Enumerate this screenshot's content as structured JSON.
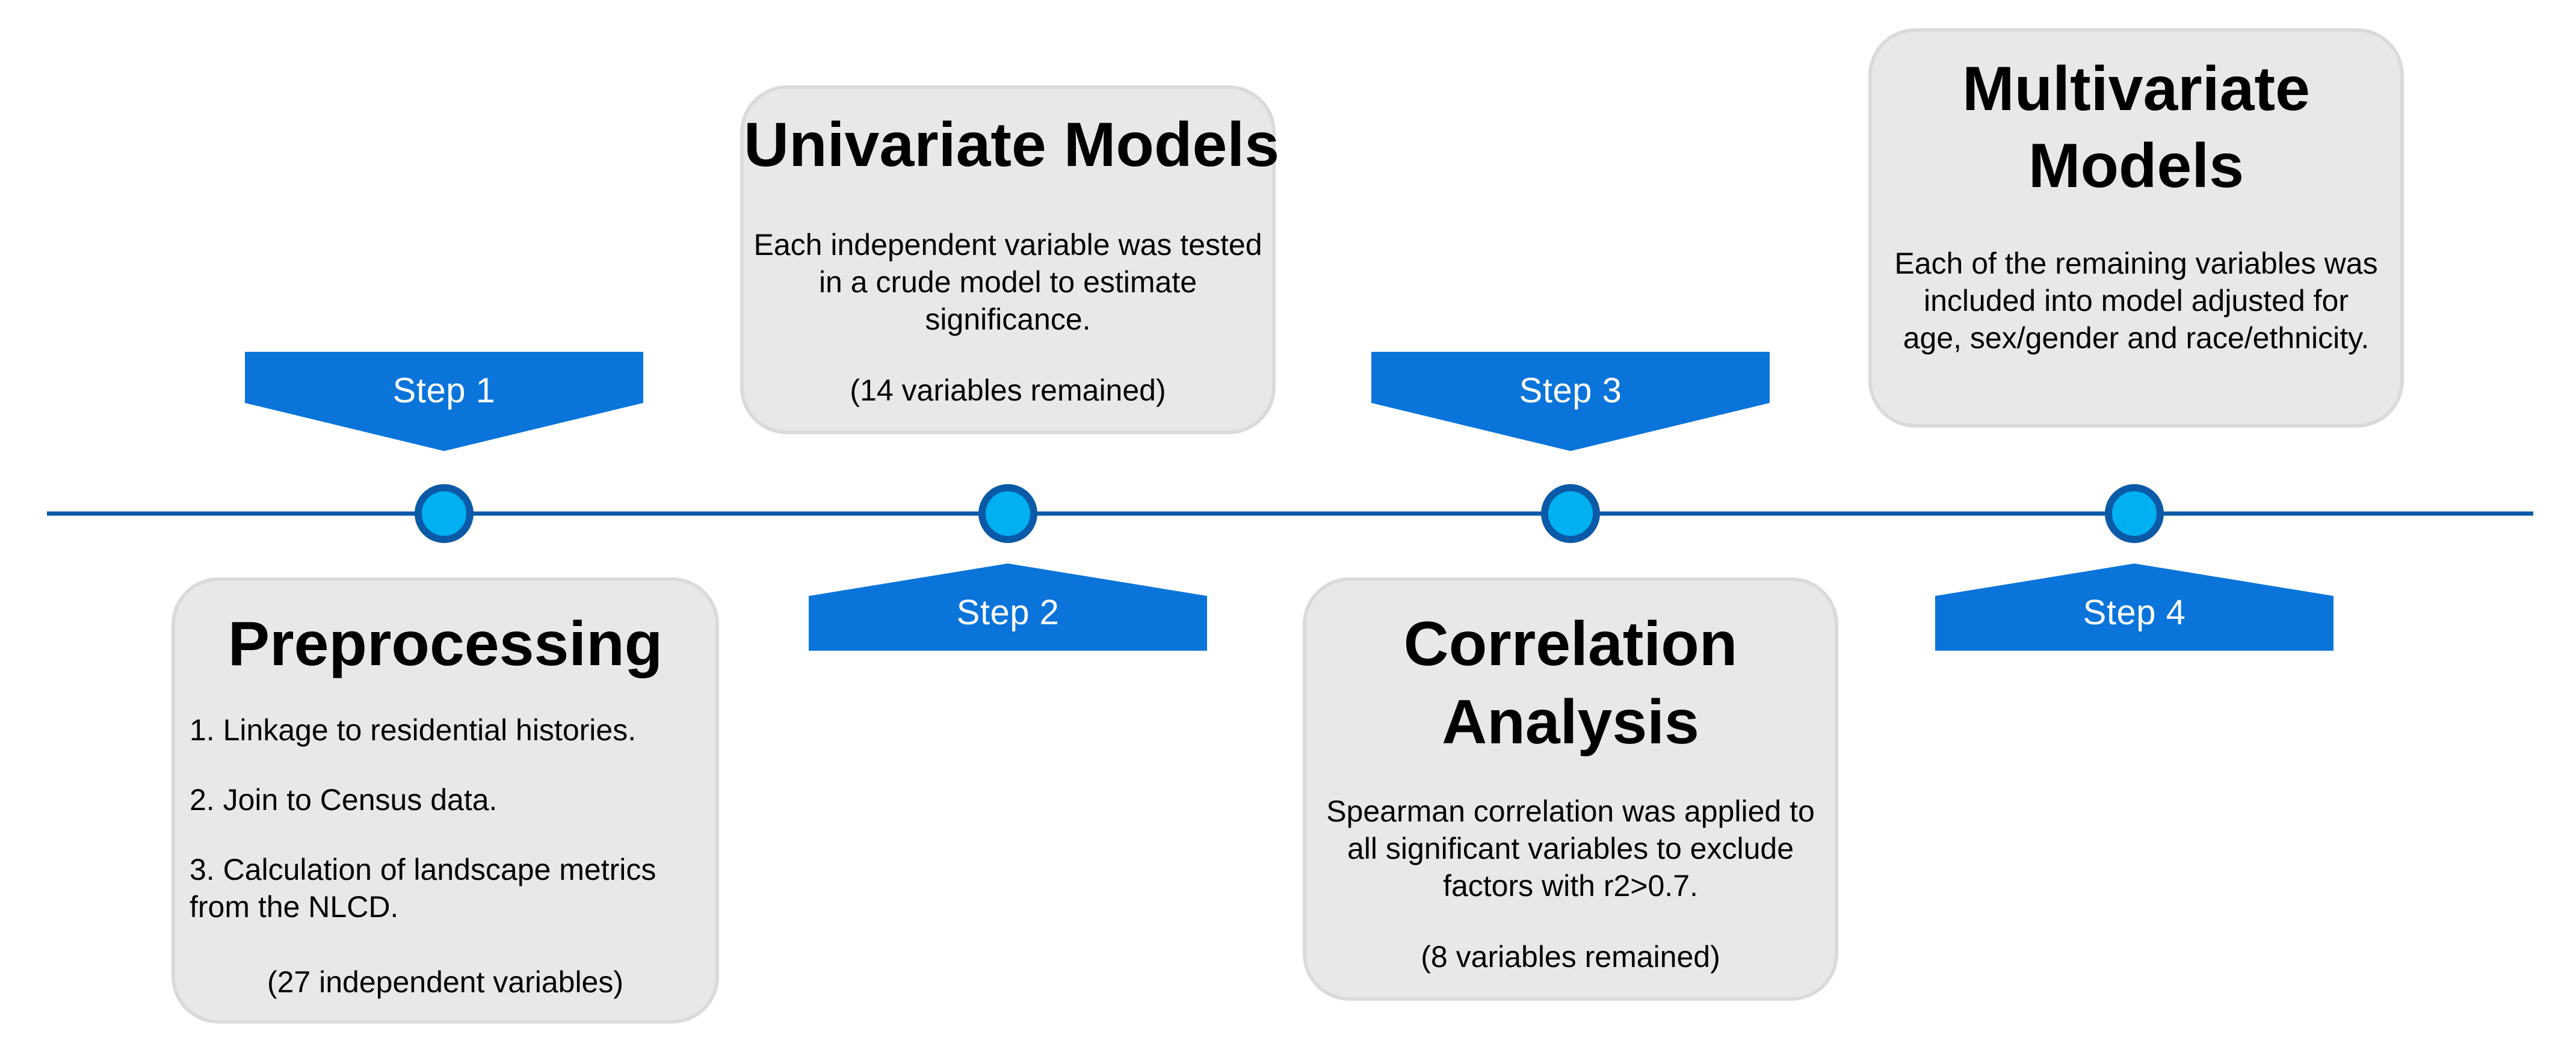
{
  "steps": [
    {
      "label": "Step 1"
    },
    {
      "label": "Step 2"
    },
    {
      "label": "Step 3"
    },
    {
      "label": "Step 4"
    }
  ],
  "cards": {
    "preprocessing": {
      "title": "Preprocessing",
      "items": [
        "1. Linkage to residential histories.",
        "2. Join to Census data.",
        "3. Calculation of landscape metrics from the NLCD."
      ],
      "note": "(27 independent variables)"
    },
    "univariate": {
      "title": "Univariate Models",
      "text": "Each independent variable was tested in a crude model to estimate significance.",
      "note": "(14 variables remained)"
    },
    "correlation": {
      "title_line1": "Correlation",
      "title_line2": "Analysis",
      "text": "Spearman correlation was applied to all significant variables to exclude factors with r2>0.7.",
      "note": "(8 variables remained)"
    },
    "multivariate": {
      "title_line1": "Multivariate",
      "title_line2": "Models",
      "text": "Each of the remaining variables was included into model adjusted for age, sex/gender and race/ethnicity."
    }
  },
  "colors": {
    "timeline": "#0B5AA8",
    "node_fill": "#00B0F0",
    "tag_fill": "#0A74DA",
    "card_fill": "#E8E8E8"
  }
}
